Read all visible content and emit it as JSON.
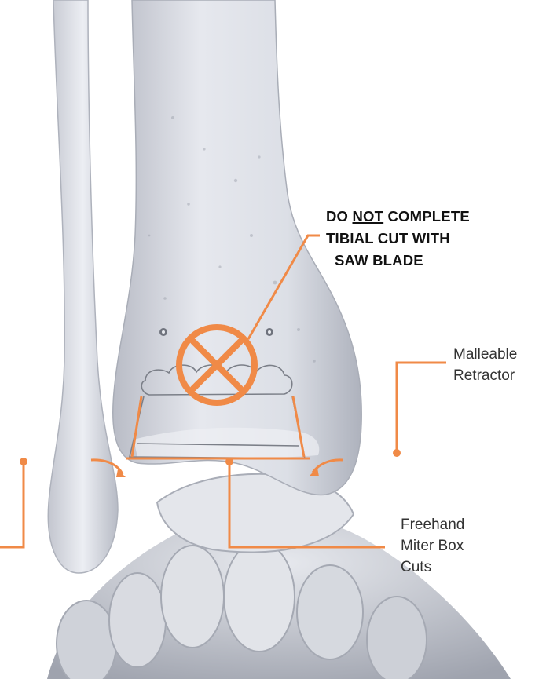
{
  "warning": {
    "prefix": "DO ",
    "emphasis": "NOT",
    "suffix": " COMPLETE",
    "line2": "TIBIAL CUT WITH",
    "line3": "SAW BLADE"
  },
  "labels": {
    "retractor": [
      "Malleable",
      "Retractor"
    ],
    "cuts": [
      "Freehand",
      "Miter Box",
      "Cuts"
    ]
  },
  "colors": {
    "accent": "#F08A47",
    "bone": "#D8DAE0",
    "text": "#333333",
    "background": "#FFFFFF"
  },
  "icons": {
    "prohibition": "circle-x-prohibited-icon"
  }
}
